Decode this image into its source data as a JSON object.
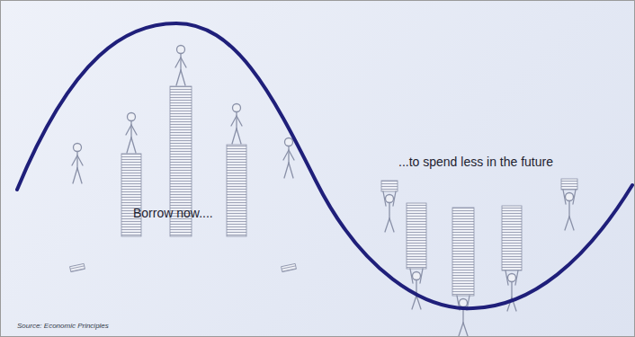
{
  "diagram": {
    "labels": [
      "Borrow now....",
      "...to spend less in the future",
      "Source: Economic Principles"
    ]
  }
}
